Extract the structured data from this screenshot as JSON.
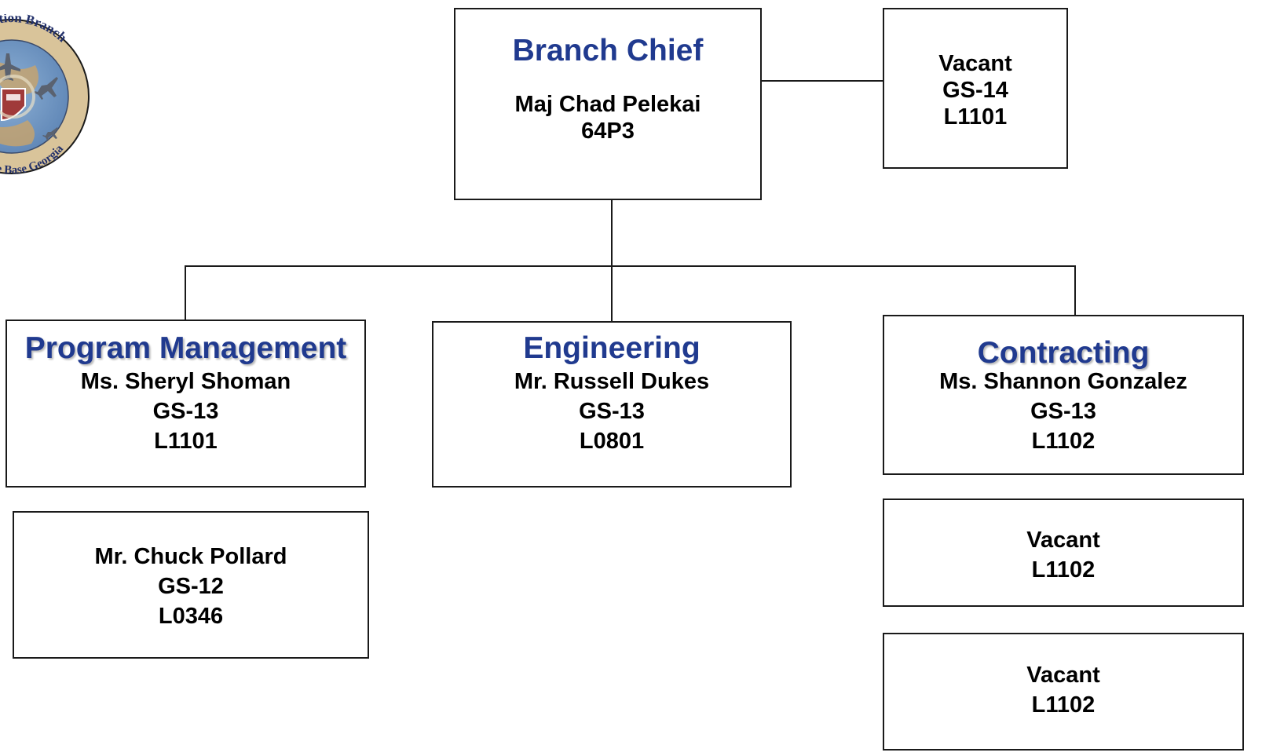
{
  "logo": {
    "ring_text_top": "Acquisition Branch",
    "ring_text_bottom": "Air Force Base Georgia"
  },
  "chief": {
    "title": "Branch Chief",
    "name": "Maj Chad Pelekai",
    "code": "64P3"
  },
  "deputy": {
    "status": "Vacant",
    "grade": "GS-14",
    "code": "L1101"
  },
  "program_management": {
    "title": "Program Management",
    "lead": {
      "name": "Ms. Sheryl Shoman",
      "grade": "GS-13",
      "code": "L1101"
    },
    "staff": {
      "name": "Mr. Chuck Pollard",
      "grade": "GS-12",
      "code": "L0346"
    }
  },
  "engineering": {
    "title": "Engineering",
    "lead": {
      "name": "Mr. Russell Dukes",
      "grade": "GS-13",
      "code": "L0801"
    }
  },
  "contracting": {
    "title": "Contracting",
    "lead": {
      "name": "Ms. Shannon Gonzalez",
      "grade": "GS-13",
      "code": "L1102"
    },
    "vacant_1": {
      "status": "Vacant",
      "code": "L1102"
    },
    "vacant_2": {
      "status": "Vacant",
      "code": "L1102"
    }
  },
  "colors": {
    "title_blue": "#203a8f",
    "line": "#1a1a1a"
  }
}
